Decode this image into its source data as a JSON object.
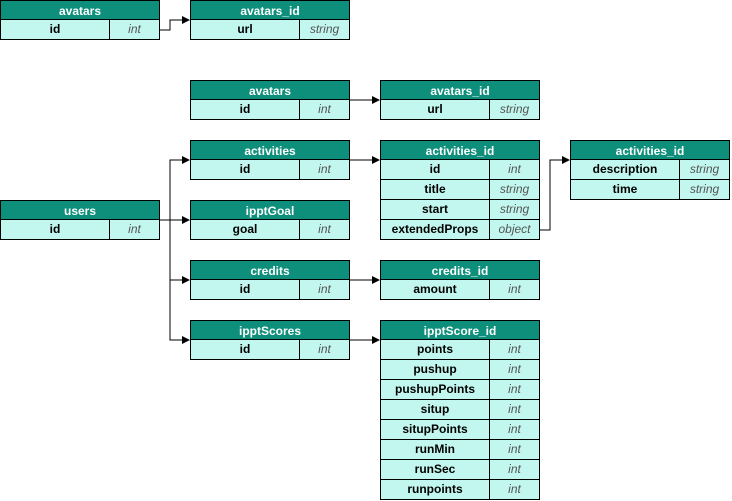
{
  "tables": [
    {
      "key": "t_avatars_top",
      "title": "avatars",
      "fields": [
        {
          "name": "id",
          "type": "int"
        }
      ]
    },
    {
      "key": "t_avatars_id_top",
      "title": "avatars_id",
      "fields": [
        {
          "name": "url",
          "type": "string"
        }
      ]
    },
    {
      "key": "t_avatars",
      "title": "avatars",
      "fields": [
        {
          "name": "id",
          "type": "int"
        }
      ]
    },
    {
      "key": "t_avatars_id",
      "title": "avatars_id",
      "fields": [
        {
          "name": "url",
          "type": "string"
        }
      ]
    },
    {
      "key": "t_activities",
      "title": "activities",
      "fields": [
        {
          "name": "id",
          "type": "int"
        }
      ]
    },
    {
      "key": "t_activities_id",
      "title": "activities_id",
      "fields": [
        {
          "name": "id",
          "type": "int"
        },
        {
          "name": "title",
          "type": "string"
        },
        {
          "name": "start",
          "type": "string"
        },
        {
          "name": "extendedProps",
          "type": "object"
        }
      ]
    },
    {
      "key": "t_activities_id_2",
      "title": "activities_id",
      "fields": [
        {
          "name": "description",
          "type": "string"
        },
        {
          "name": "time",
          "type": "string"
        }
      ]
    },
    {
      "key": "t_users",
      "title": "users",
      "fields": [
        {
          "name": "id",
          "type": "int"
        }
      ]
    },
    {
      "key": "t_ipptgoal",
      "title": "ipptGoal",
      "fields": [
        {
          "name": "goal",
          "type": "int"
        }
      ]
    },
    {
      "key": "t_credits",
      "title": "credits",
      "fields": [
        {
          "name": "id",
          "type": "int"
        }
      ]
    },
    {
      "key": "t_credits_id",
      "title": "credits_id",
      "fields": [
        {
          "name": "amount",
          "type": "int"
        }
      ]
    },
    {
      "key": "t_ipptscores",
      "title": "ipptScores",
      "fields": [
        {
          "name": "id",
          "type": "int"
        }
      ]
    },
    {
      "key": "t_ipptscore_id",
      "title": "ipptScore_id",
      "fields": [
        {
          "name": "points",
          "type": "int"
        },
        {
          "name": "pushup",
          "type": "int"
        },
        {
          "name": "pushupPoints",
          "type": "int"
        },
        {
          "name": "situp",
          "type": "int"
        },
        {
          "name": "situpPoints",
          "type": "int"
        },
        {
          "name": "runMin",
          "type": "int"
        },
        {
          "name": "runSec",
          "type": "int"
        },
        {
          "name": "runpoints",
          "type": "int"
        }
      ]
    }
  ]
}
